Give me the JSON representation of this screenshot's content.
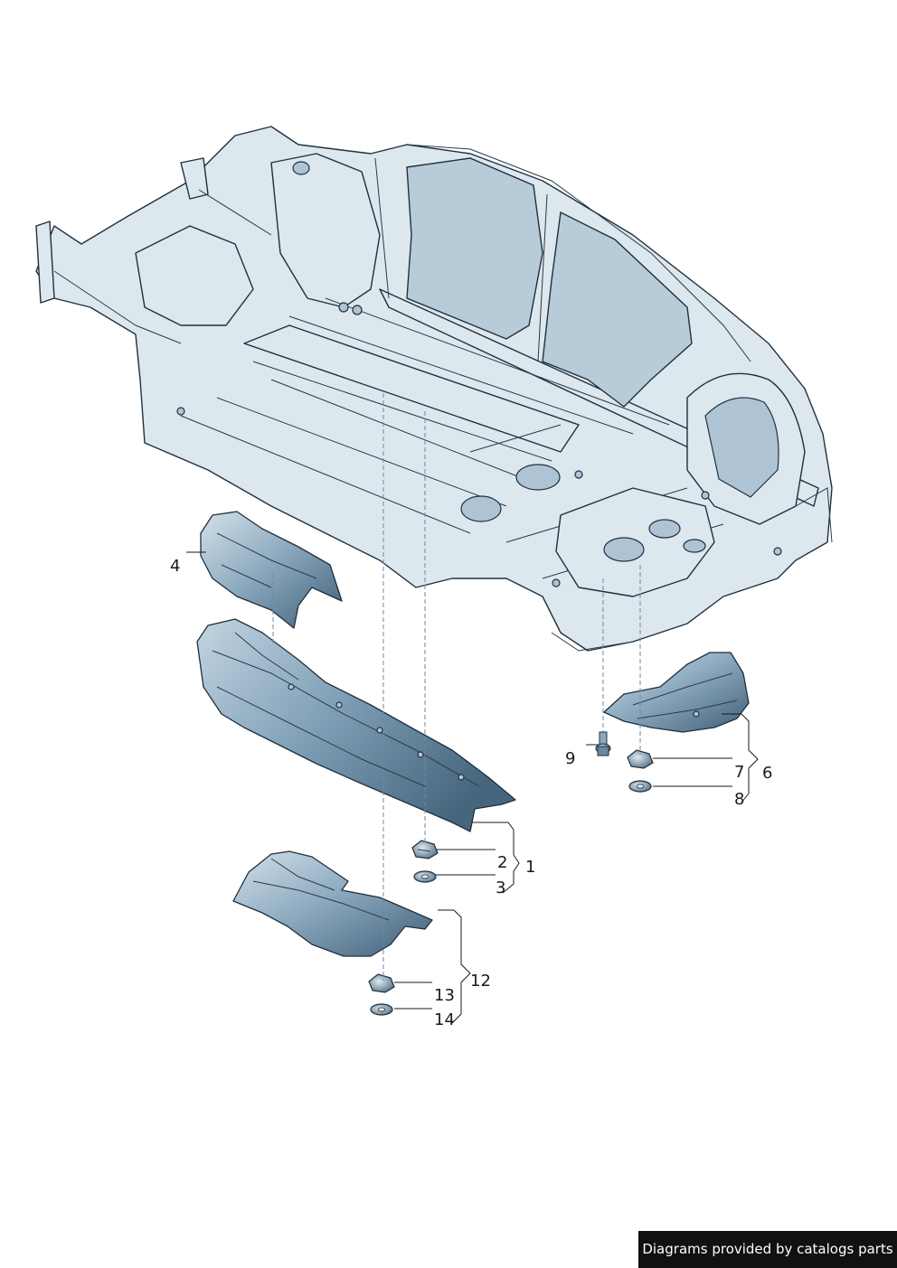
{
  "callouts": [
    {
      "id": "1",
      "label": "1"
    },
    {
      "id": "2",
      "label": "2"
    },
    {
      "id": "3",
      "label": "3"
    },
    {
      "id": "4",
      "label": "4"
    },
    {
      "id": "6",
      "label": "6"
    },
    {
      "id": "7",
      "label": "7"
    },
    {
      "id": "8",
      "label": "8"
    },
    {
      "id": "9",
      "label": "9"
    },
    {
      "id": "12",
      "label": "12"
    },
    {
      "id": "13",
      "label": "13"
    },
    {
      "id": "14",
      "label": "14"
    }
  ],
  "footer": {
    "text": "Diagrams provided by catalogs parts"
  },
  "colors": {
    "shield_light": "#c9d9e4",
    "shield_dark": "#5d7c92",
    "body": "#dde7ee",
    "outline": "#20303f"
  }
}
